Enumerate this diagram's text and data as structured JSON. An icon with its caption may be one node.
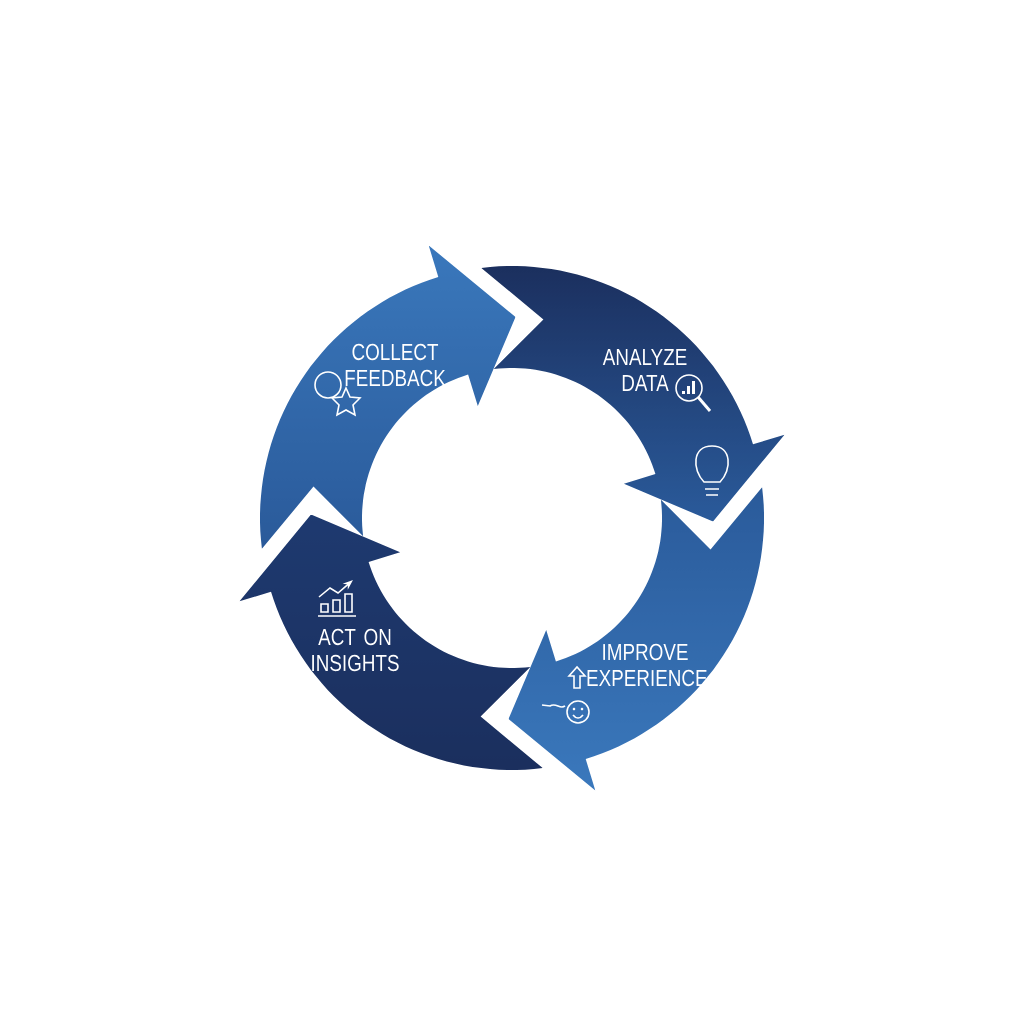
{
  "diagram": {
    "nodes": [
      {
        "text": [
          "COLLECT FEEDBACK"
        ]
      },
      {
        "text": [
          "ANALYZE DATA"
        ]
      },
      {
        "text": [
          "IMPROVE EXPERIENCE"
        ]
      },
      {
        "text": [
          "ACT ON INSIGHTS"
        ]
      }
    ]
  }
}
